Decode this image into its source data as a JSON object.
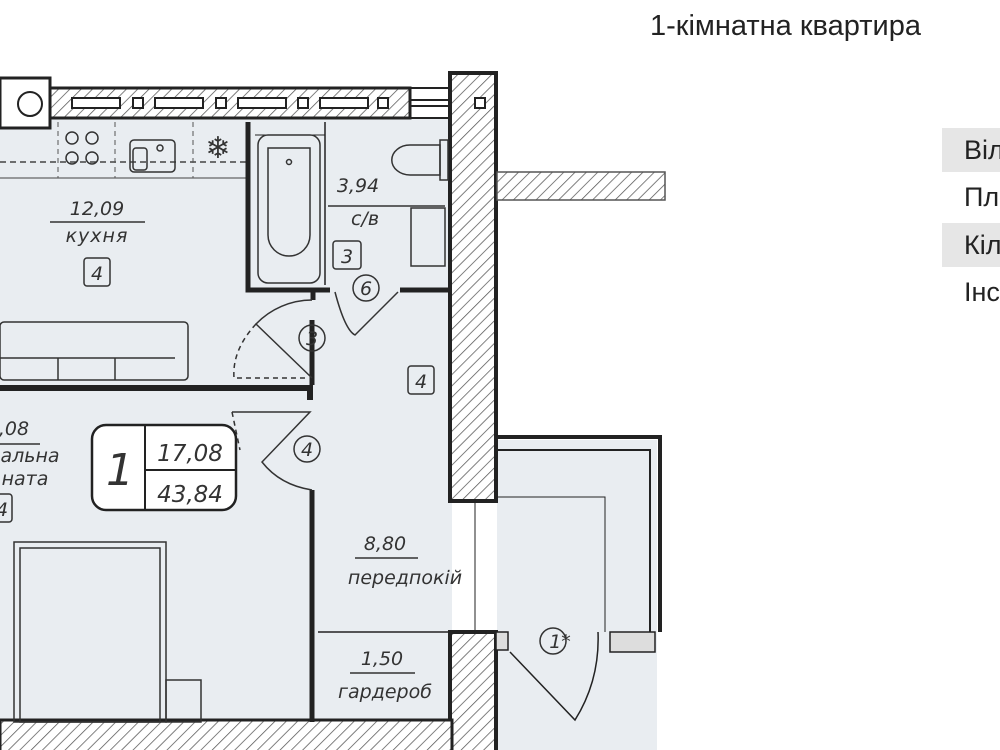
{
  "title": "1-кімнатна квартира",
  "info_rows": [
    {
      "label": "Віл",
      "shaded": true
    },
    {
      "label": "Пл",
      "shaded": false
    },
    {
      "label": "Кіл",
      "shaded": true
    },
    {
      "label": "Інс",
      "shaded": false
    }
  ],
  "plan": {
    "colors": {
      "floor": "#e9edf1",
      "wall": "#222222",
      "hatch": "#555555"
    },
    "kitchen": {
      "area": "12,09",
      "name": "кухня",
      "tag": "4"
    },
    "bathroom": {
      "area": "3,94",
      "name": "с/в",
      "tag": "3",
      "door": "6"
    },
    "bedroom": {
      "area": ",08",
      "name_line1": "альна",
      "name_line2": "ната",
      "tag": "4"
    },
    "hallway": {
      "area": "8,80",
      "name": "передпокій",
      "tag": "4",
      "door_kitchen": "3",
      "door_bedroom": "4"
    },
    "wardrobe": {
      "area": "1,50",
      "name": "гардероб"
    },
    "entrance_door": "1*",
    "apartment_badge": {
      "rooms": "1",
      "living_area": "17,08",
      "total_area": "43,84"
    }
  }
}
